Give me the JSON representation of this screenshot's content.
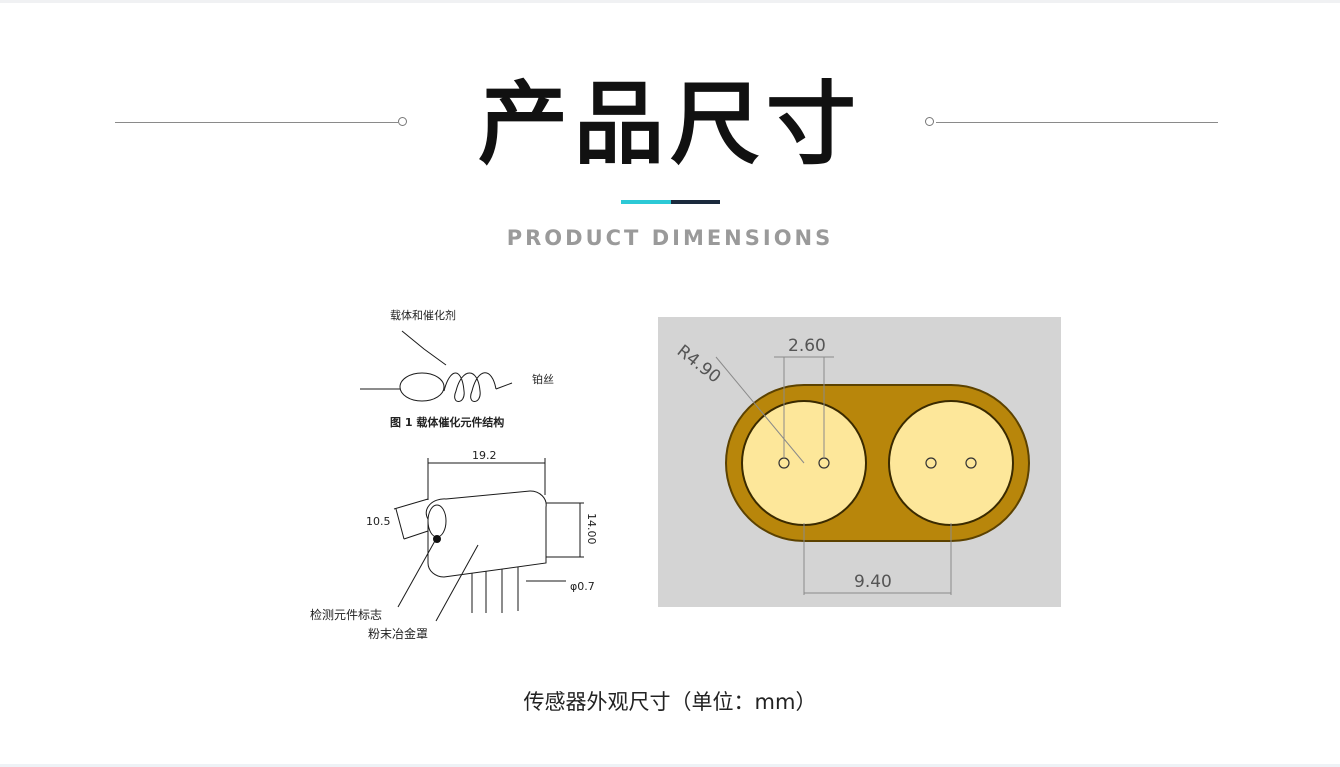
{
  "header": {
    "title": "产品尺寸",
    "subtitle": "PRODUCT DIMENSIONS"
  },
  "figure1": {
    "label_carrier": "载体和催化剂",
    "label_wire": "铂丝",
    "caption": "图 1 载体催化元件结构"
  },
  "drawing": {
    "dim_width": "19.2",
    "dim_height": "14.00",
    "dim_depth": "10.5",
    "dim_pin": "φ0.7",
    "label_mark": "检测元件标志",
    "label_cover": "粉末冶金罩"
  },
  "render": {
    "dim_radius": "R4.90",
    "dim_pin_spacing": "2.60",
    "dim_center_spacing": "9.40"
  },
  "caption": "传感器外观尺寸（单位：mm）",
  "colors": {
    "accent_teal": "#2cc9d6",
    "accent_navy": "#1b2a3d",
    "body_gold": "#b8860b",
    "pad_yellow": "#fde79a",
    "render_bg": "#d4d4d4"
  }
}
